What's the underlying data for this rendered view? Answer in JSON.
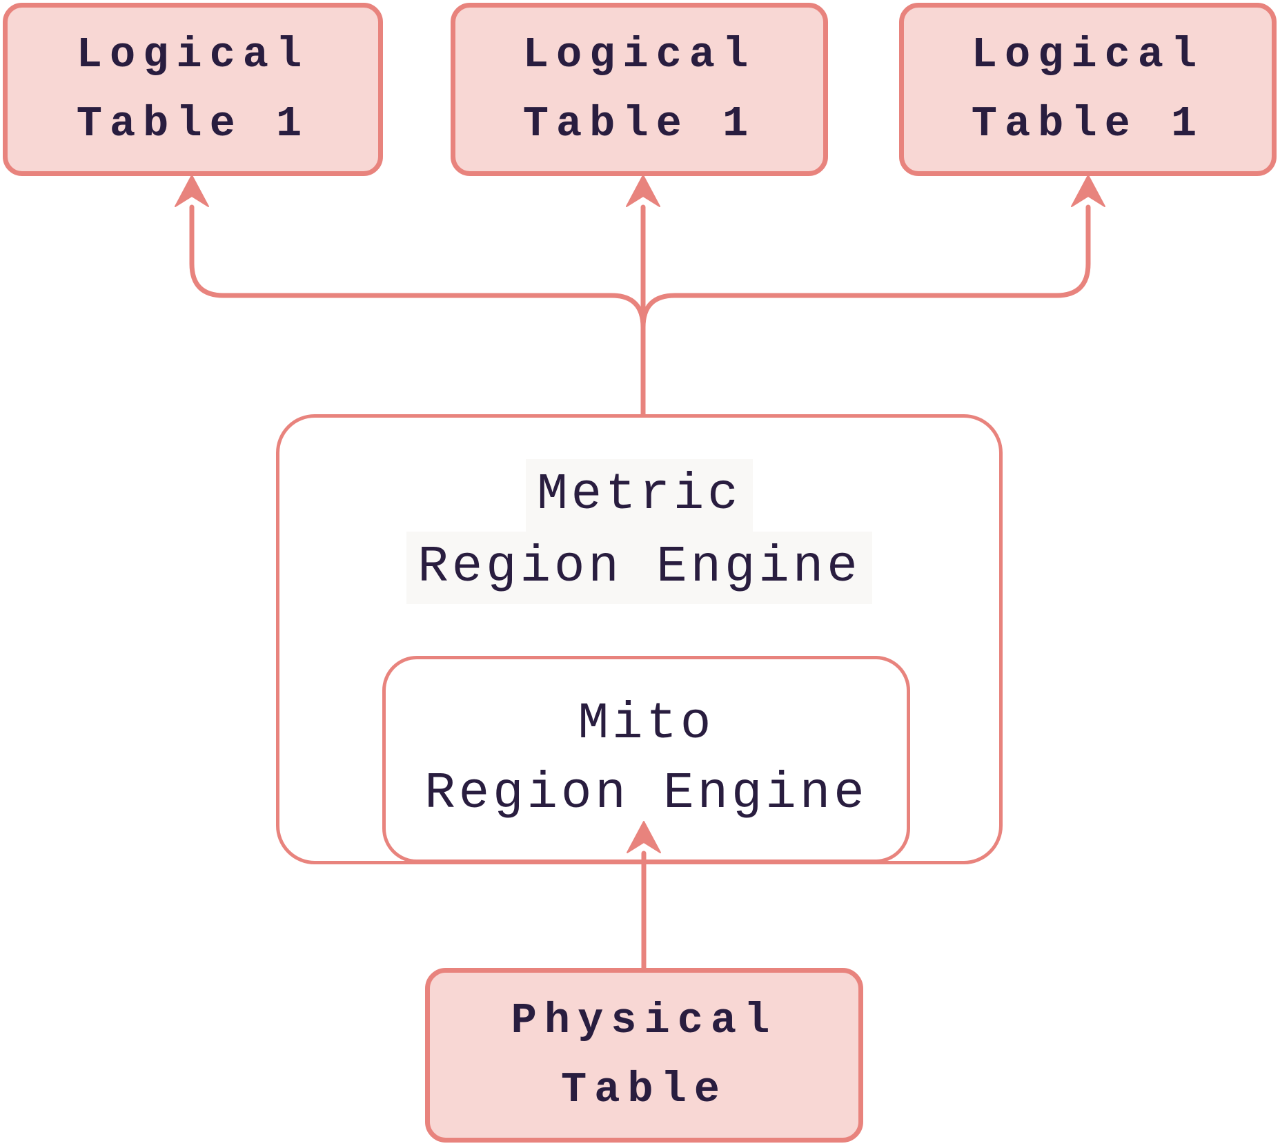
{
  "diagram": {
    "type": "flowchart",
    "colors": {
      "stroke": "#e8837d",
      "node_fill_pink": "#f8d7d4",
      "node_fill_white": "#ffffff",
      "text": "#291d3f",
      "label_highlight": "#f9f8f6",
      "background": "#ffffff"
    }
  },
  "nodes": {
    "logical_table_1": {
      "line1": "Logical",
      "line2": "Table 1"
    },
    "logical_table_2": {
      "line1": "Logical",
      "line2": "Table 1"
    },
    "logical_table_3": {
      "line1": "Logical",
      "line2": "Table 1"
    },
    "metric_region_engine": {
      "line1": "Metric",
      "line2": "Region Engine"
    },
    "mito_region_engine": {
      "line1": "Mito",
      "line2": "Region Engine"
    },
    "physical_table": {
      "line1": "Physical",
      "line2": "Table"
    }
  },
  "edges": [
    {
      "from": "metric_region_engine",
      "to": "logical_table_1",
      "direction": "up"
    },
    {
      "from": "metric_region_engine",
      "to": "logical_table_2",
      "direction": "up"
    },
    {
      "from": "metric_region_engine",
      "to": "logical_table_3",
      "direction": "up"
    },
    {
      "from": "physical_table",
      "to": "mito_region_engine",
      "direction": "up"
    }
  ]
}
